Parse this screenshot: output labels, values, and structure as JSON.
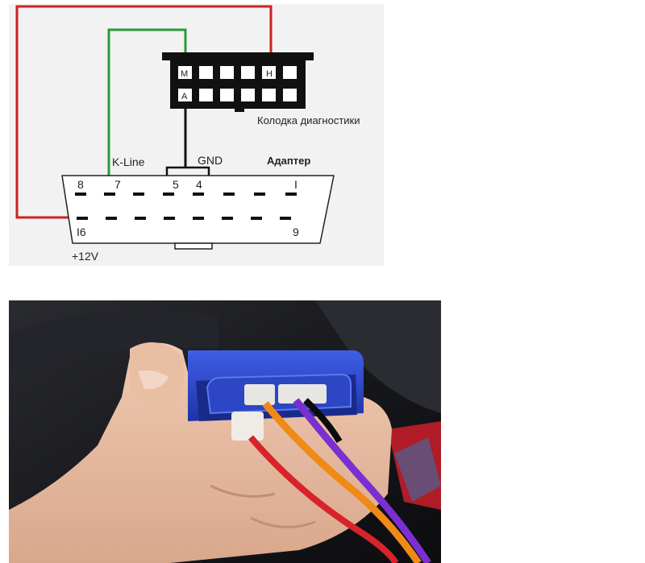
{
  "diagram": {
    "block_label": "Колодка диагностики",
    "block_pins": {
      "m": "M",
      "h": "H",
      "a": "A"
    },
    "adapter_label": "Адаптер",
    "kline_label": "K-Line",
    "gnd_label": "GND",
    "power_label": "+12V",
    "adapter_pins": {
      "p8": "8",
      "p7": "7",
      "p5": "5",
      "p4": "4",
      "p1": "I",
      "p16": "I6",
      "p9": "9"
    },
    "colors": {
      "red_wire": "#cc2222",
      "green_wire": "#2a9a3a",
      "black_wire": "#111111"
    }
  },
  "photo": {
    "colors": {
      "adapter_body": "#2a46c8",
      "orange_wire": "#f08a16",
      "purple_wire": "#7a2fd0",
      "red_wire": "#d8232a"
    }
  }
}
